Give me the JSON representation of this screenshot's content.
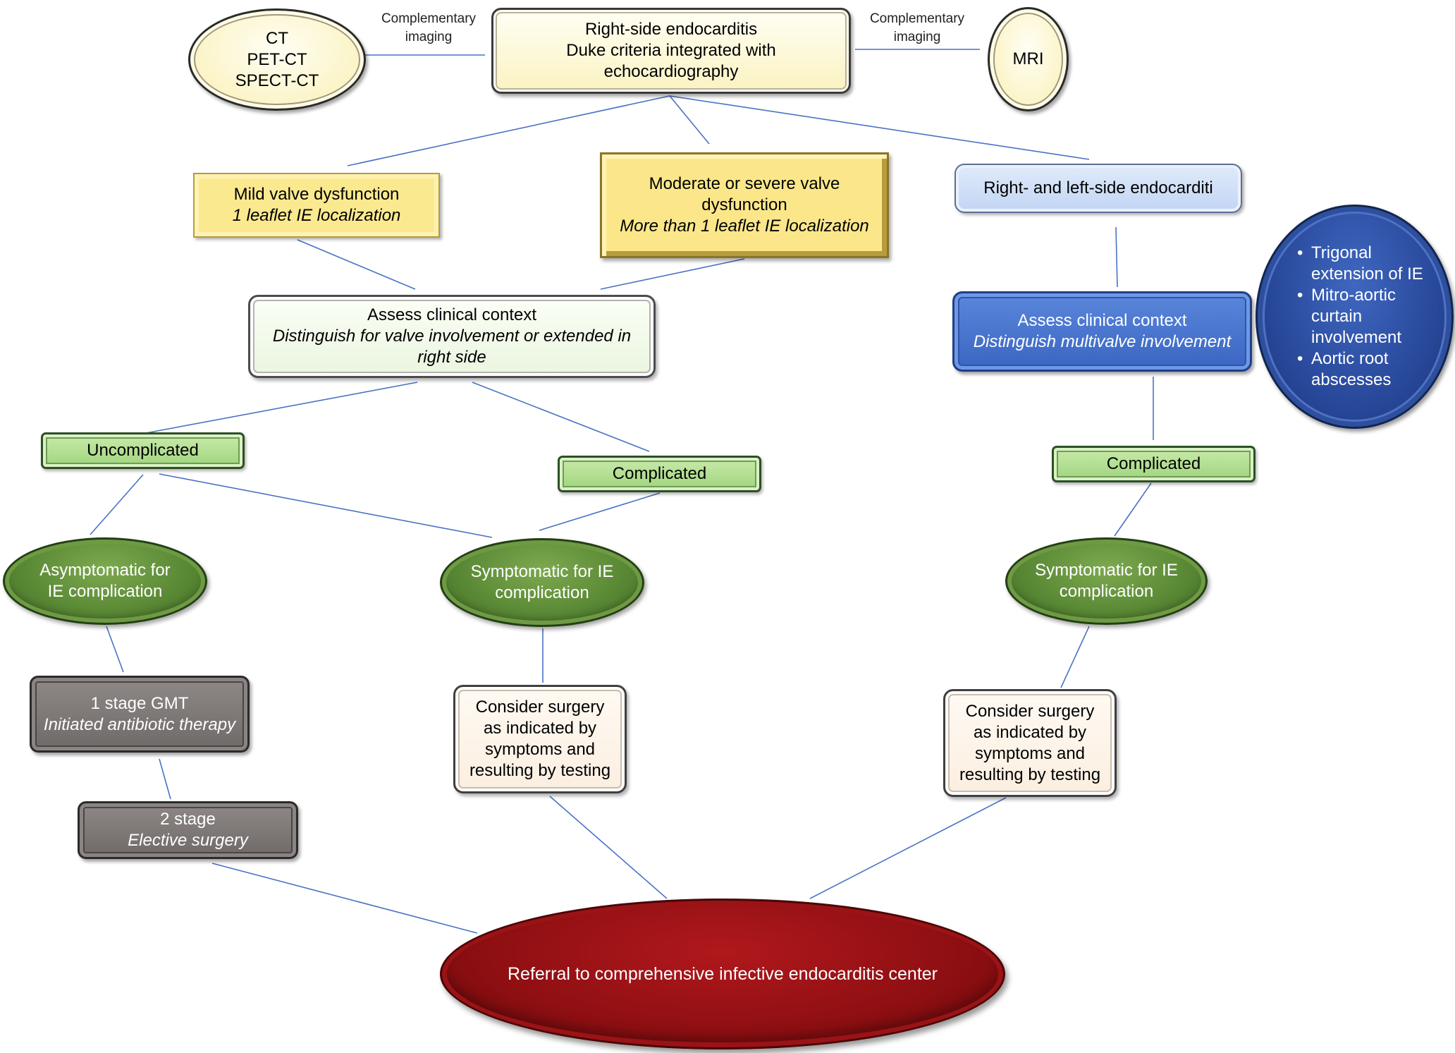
{
  "diagram": {
    "top": {
      "imaging_left": {
        "line1": "CT",
        "line2": "PET-CT",
        "line3": "SPECT-CT"
      },
      "label_left": {
        "line1": "Complementary",
        "line2": "imaging"
      },
      "root": {
        "line1": "Right-side endocarditis",
        "line2": "Duke criteria integrated with",
        "line3": "echocardiography"
      },
      "label_right": {
        "line1": "Complementary",
        "line2": "imaging"
      },
      "imaging_right": {
        "line1": "MRI"
      }
    },
    "left_branch": {
      "mild": {
        "line1": "Mild valve dysfunction",
        "line2": "1 leaflet IE localization"
      },
      "moderate": {
        "line1": "Moderate or severe valve",
        "line2": "dysfunction",
        "line3": "More than 1 leaflet IE localization"
      },
      "assess": {
        "line1": "Assess clinical context",
        "line2": "Distinguish for valve involvement or extended in",
        "line3": "right side"
      },
      "uncomplicated": "Uncomplicated",
      "complicated": "Complicated",
      "asymptomatic": {
        "line1": "Asymptomatic for",
        "line2": "IE complication"
      },
      "symptomatic": {
        "line1": "Symptomatic for IE",
        "line2": "complication"
      },
      "stage1": {
        "line1": "1 stage GMT",
        "line2": "Initiated antibiotic therapy"
      },
      "stage2": {
        "line1": "2 stage",
        "line2": "Elective surgery"
      },
      "consider": {
        "line1": "Consider surgery",
        "line2": "as indicated by",
        "line3": "symptoms and",
        "line4": "resulting by testing"
      }
    },
    "right_branch": {
      "right_left": "Right- and left-side endocarditi",
      "assess": {
        "line1": "Assess clinical context",
        "line2": "Distinguish multivalve involvement"
      },
      "bullets": [
        "Trigonal extension of IE",
        "Mitro-aortic curtain involvement",
        "Aortic root abscesses"
      ],
      "complicated": "Complicated",
      "symptomatic": {
        "line1": "Symptomatic for IE",
        "line2": "complication"
      },
      "consider": {
        "line1": "Consider surgery",
        "line2": "as indicated by",
        "line3": "symptoms and",
        "line4": "resulting by testing"
      }
    },
    "referral": "Referral to comprehensive infective endocarditis center"
  },
  "colors": {
    "connector": "#4a72c4",
    "cream": "#fbf3c2",
    "yellow": "#fbe98f",
    "light_blue": "#c2d5f4",
    "blue": "#3f6cc8",
    "dark_blue": "#28489a",
    "green": "#a8d888",
    "dark_green": "#5b8a36",
    "gray": "#7d7776",
    "peach": "#fbeee0",
    "red": "#8e0f12"
  }
}
